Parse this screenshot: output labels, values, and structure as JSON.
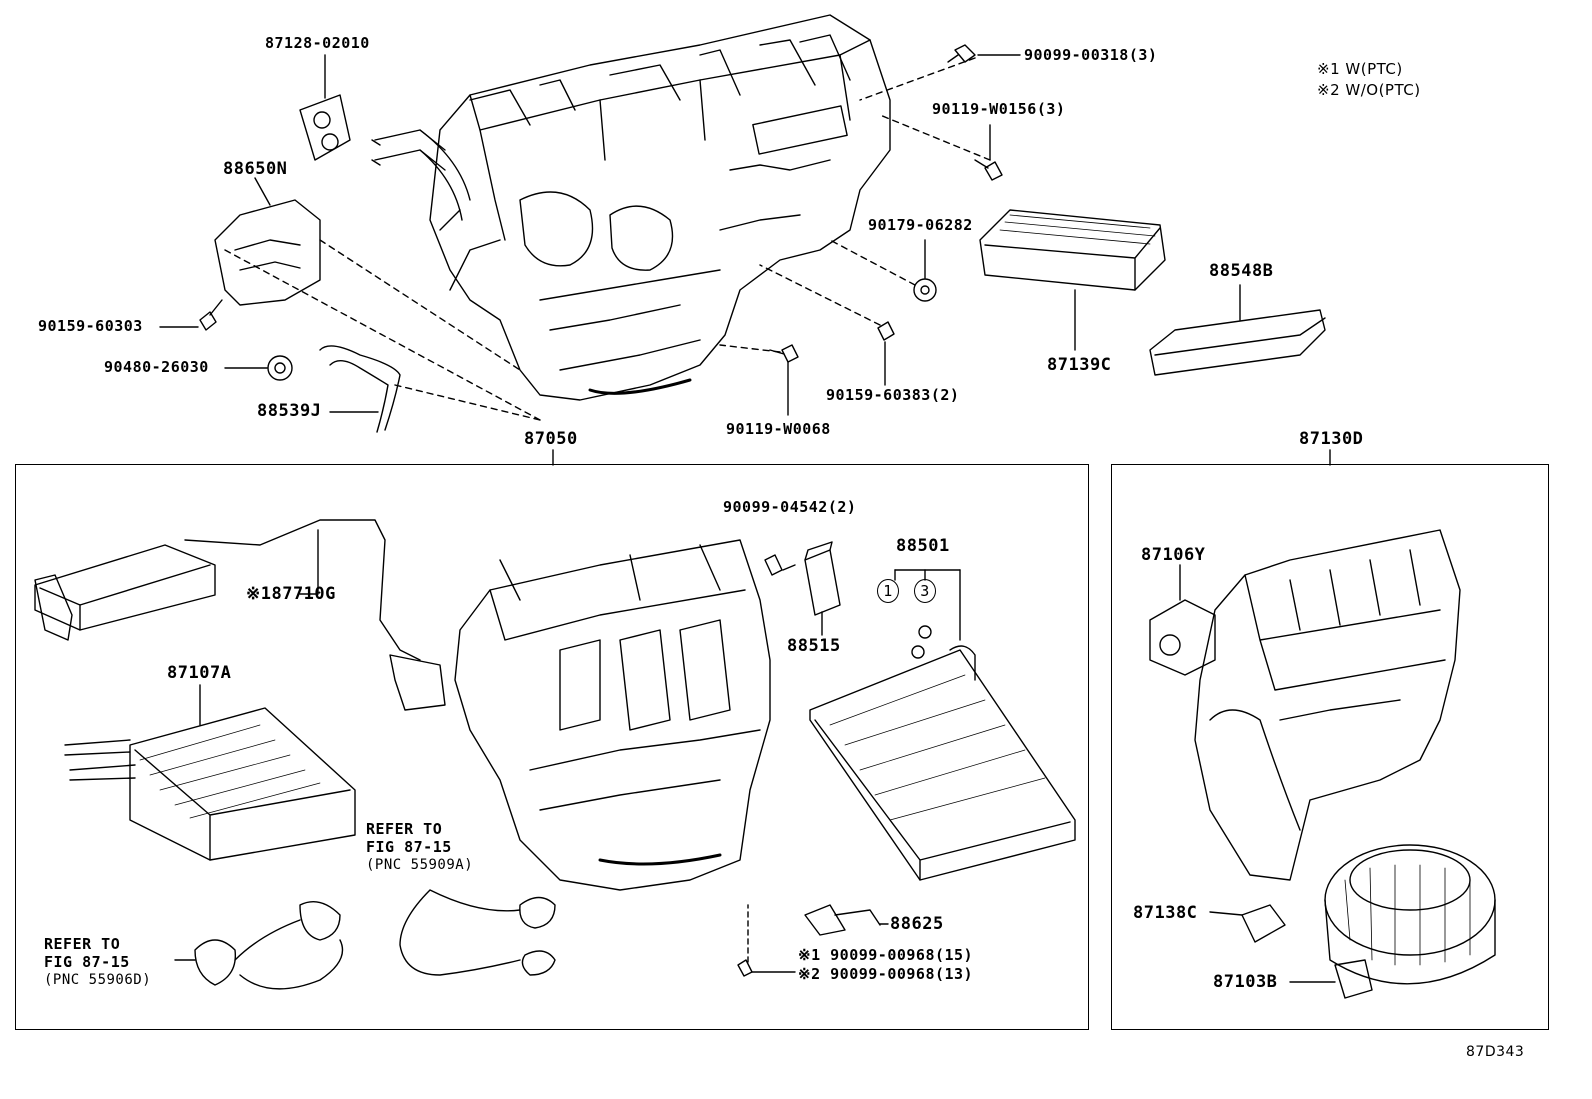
{
  "diagram_id": "87D343",
  "notes": [
    "※1 W(PTC)",
    "※2 W/O(PTC)"
  ],
  "frames": {
    "left_label": "87050",
    "right_label": "87130D"
  },
  "upper_parts": {
    "p87128": "87128-02010",
    "p88650n": "88650N",
    "p90159a": "90159-60303",
    "p90480": "90480-26030",
    "p88539j": "88539J",
    "p90099_318": "90099-00318(3)",
    "p90119_156": "90119-W0156(3)",
    "p90179": "90179-06282",
    "p90159b": "90159-60383(2)",
    "p90119_068": "90119-W0068",
    "p87139c": "87139C",
    "p88548b": "88548B"
  },
  "left_frame_parts": {
    "p87710g": "※187710G",
    "p87107a": "87107A",
    "p90099_542": "90099-04542(2)",
    "p88501": "88501",
    "p88515": "88515",
    "p88625": "88625",
    "circle1": "1",
    "circle3": "3",
    "screw_w": "※1 90099-00968(15)",
    "screw_wo": "※2 90099-00968(13)",
    "refer_a": [
      "REFER TO",
      "FIG 87-15",
      "(PNC 55909A)"
    ],
    "refer_b": [
      "REFER TO",
      "FIG 87-15",
      "(PNC 55906D)"
    ]
  },
  "right_frame_parts": {
    "p87106y": "87106Y",
    "p87138c": "87138C",
    "p87103b": "87103B"
  }
}
